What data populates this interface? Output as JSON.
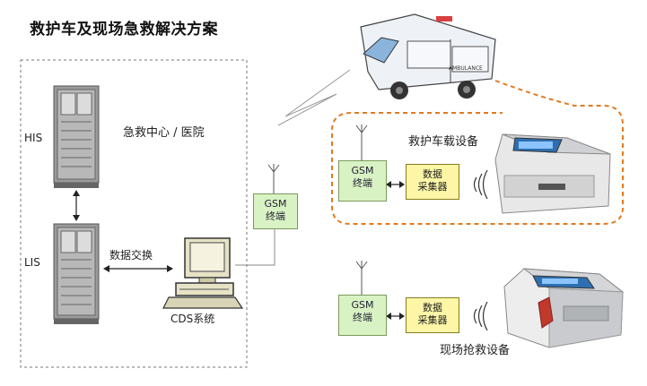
{
  "title": "救护车及现场急救解决方案",
  "hospital": {
    "his_label": "HIS",
    "lis_label": "LIS",
    "center_label": "急救中心 / 医院",
    "exchange_label": "数据交换",
    "cds_label": "CDS系统"
  },
  "center_gsm": {
    "line1": "GSM",
    "line2": "终端"
  },
  "ambulance": {
    "vehicle_text": "AMBULANCE",
    "section_label": "救护车载设备",
    "gsm": {
      "line1": "GSM",
      "line2": "终端"
    },
    "collector": {
      "line1": "数据",
      "line2": "采集器"
    }
  },
  "field": {
    "section_label": "现场抢救设备",
    "gsm": {
      "line1": "GSM",
      "line2": "终端"
    },
    "collector": {
      "line1": "数据",
      "line2": "采集器"
    }
  },
  "colors": {
    "green_box": "#d9f2c4",
    "yellow_box": "#fdf6a6",
    "orange_dash": "#e07a22"
  }
}
